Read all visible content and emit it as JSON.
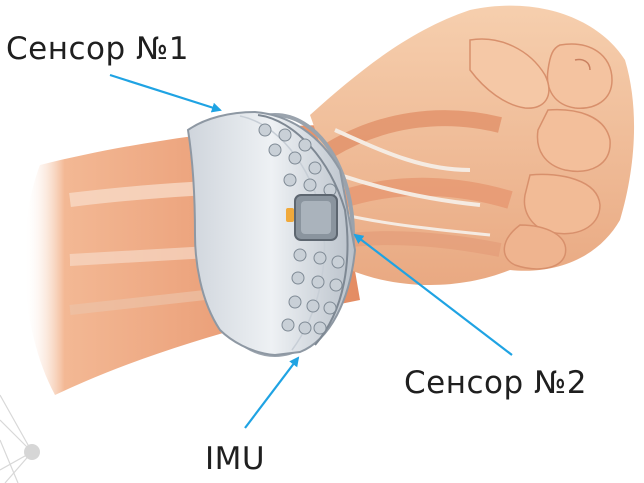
{
  "labels": {
    "sensor1": "Сенсор №1",
    "sensor2": "Сенсор №2",
    "imu": "IMU"
  },
  "colors": {
    "arrow": "#1fa3e3",
    "skin": "#f3c3a0",
    "muscle": "#e58a62",
    "tendon": "#f1e6dc",
    "band": "#d8dde3",
    "band_dark": "#8e98a3"
  },
  "icons": {
    "hand": "fist-illustration",
    "bracelet": "sensor-bracelet-illustration"
  }
}
